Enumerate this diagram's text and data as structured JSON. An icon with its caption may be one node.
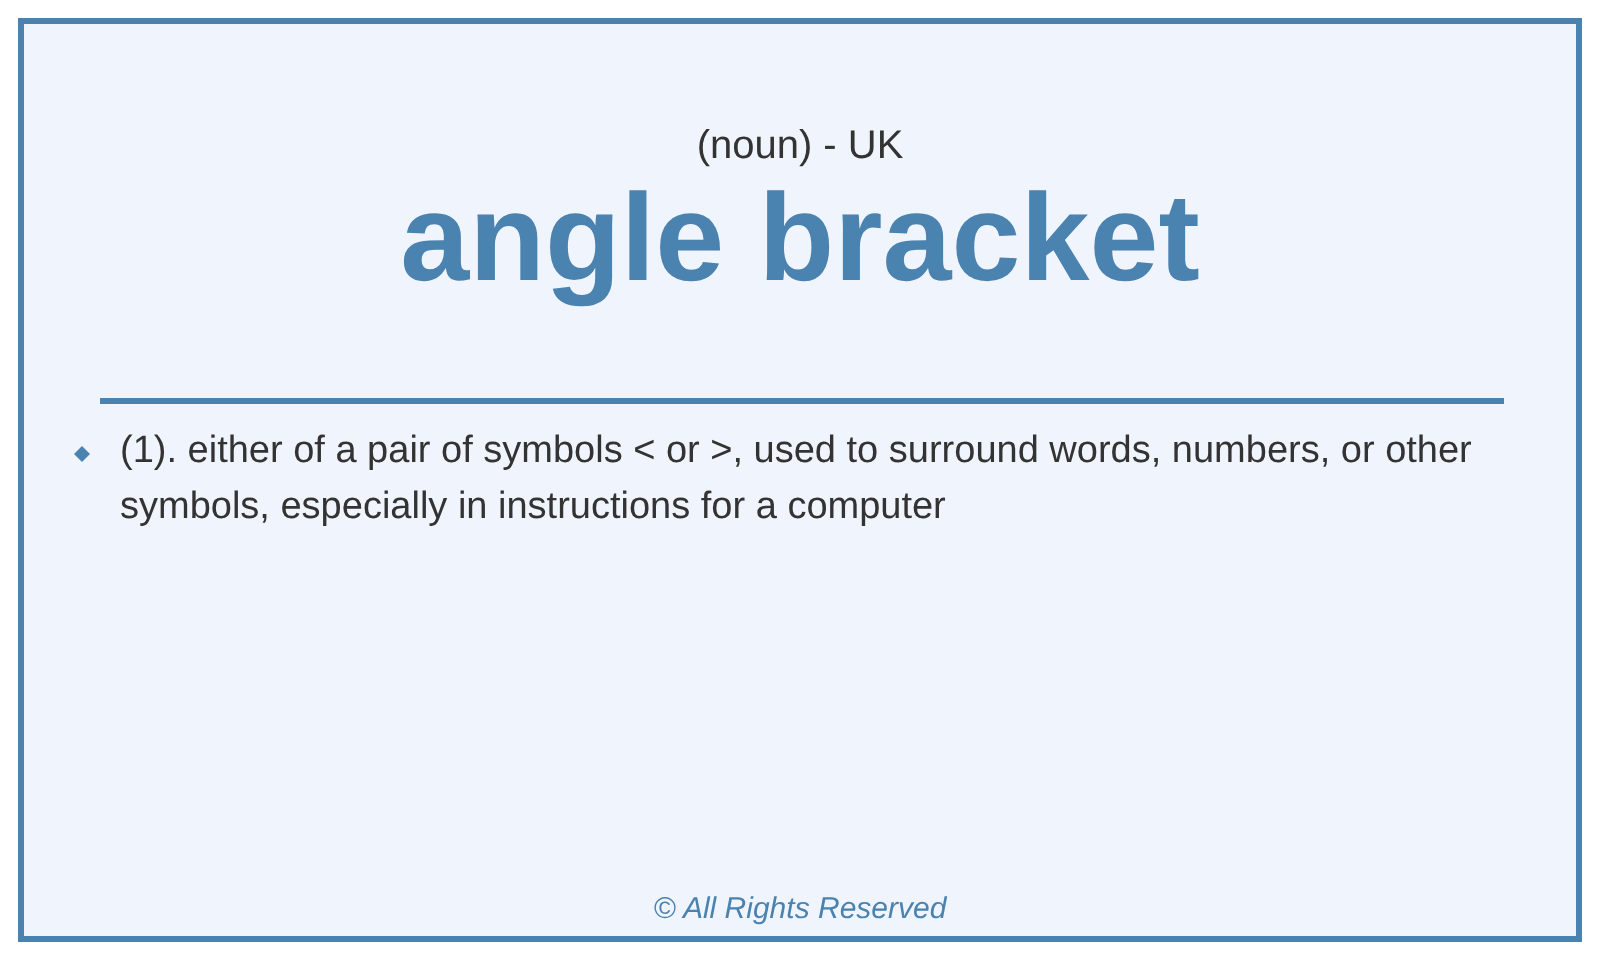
{
  "diagram": {
    "title": "angle bracket",
    "labels": [
      "(noun) - UK",
      "(1). either of a pair of symbols < or >, used to surround words, numbers, or other symbols, especially in instructions for a computer",
      "© All Rights Reserved"
    ]
  }
}
